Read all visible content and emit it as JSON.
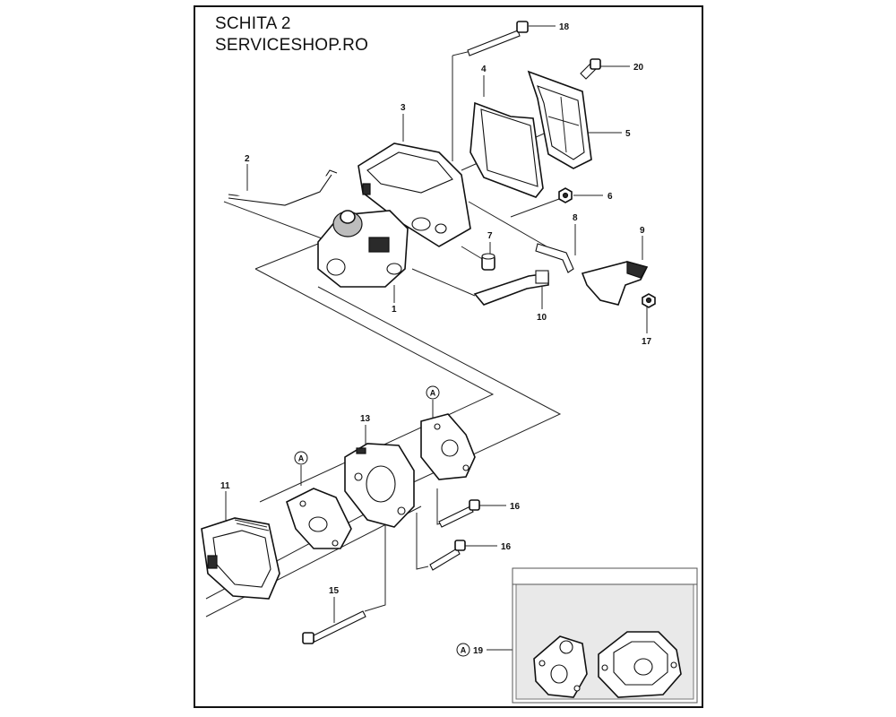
{
  "header": {
    "title_line_1": "SCHITA 2",
    "title_line_2": "SERVICESHOP.RO"
  },
  "callouts": [
    "18",
    "20",
    "4",
    "3",
    "5",
    "2",
    "6",
    "8",
    "7",
    "9",
    "1",
    "10",
    "17",
    "13",
    "11",
    "16",
    "16",
    "15",
    "19"
  ],
  "markers": [
    "A",
    "A",
    "A"
  ],
  "colors": {
    "line": "#111111",
    "inset_background": "#e9e9e9",
    "inset_border": "#555555"
  }
}
